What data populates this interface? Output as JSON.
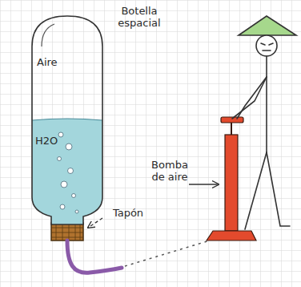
{
  "diagram": {
    "title": "Botella espacial",
    "nodes": [
      {
        "text": [
          "Aire",
          "H2O"
        ]
      }
    ],
    "labels": [
      "Bomba de aire",
      "Tapón"
    ]
  }
}
